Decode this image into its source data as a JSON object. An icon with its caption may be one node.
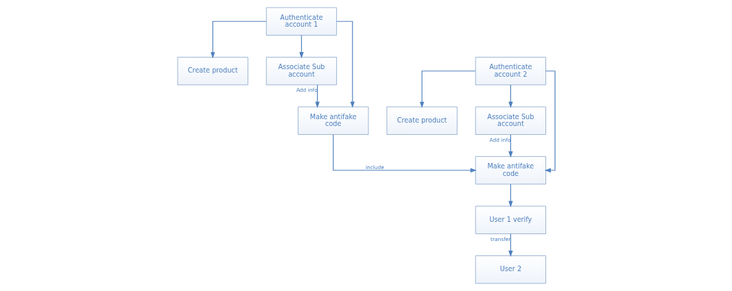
{
  "diagram": {
    "nodes": [
      {
        "text": [
          "Authenticate account 1"
        ]
      },
      {
        "text": [
          "Create product"
        ]
      },
      {
        "text": [
          "Associate Sub account"
        ]
      },
      {
        "text": [
          "Make antifake code"
        ]
      },
      {
        "text": [
          "Authenticate account 2"
        ]
      },
      {
        "text": [
          "Create product"
        ]
      },
      {
        "text": [
          "Associate Sub account"
        ]
      },
      {
        "text": [
          "Make antifake code"
        ]
      },
      {
        "text": [
          "User 1 verify"
        ]
      },
      {
        "text": [
          "User 2"
        ]
      }
    ],
    "edges": [
      {
        "from": 0,
        "to": 1,
        "arrow": "to"
      },
      {
        "from": 0,
        "to": 2,
        "arrow": "to"
      },
      {
        "from": 0,
        "to": 3,
        "arrow": "to"
      },
      {
        "from": 2,
        "to": 3,
        "arrow": "to",
        "label": "Add info"
      },
      {
        "from": 3,
        "to": 7,
        "arrow": "to",
        "label": "include"
      },
      {
        "from": 4,
        "to": 5,
        "arrow": "to"
      },
      {
        "from": 4,
        "to": 6,
        "arrow": "to"
      },
      {
        "from": 4,
        "to": 7,
        "arrow": "to"
      },
      {
        "from": 6,
        "to": 7,
        "arrow": "to",
        "label": "Add info"
      },
      {
        "from": 7,
        "to": 8,
        "arrow": "to"
      },
      {
        "from": 8,
        "to": 9,
        "arrow": "to",
        "label": "transfer"
      }
    ]
  }
}
